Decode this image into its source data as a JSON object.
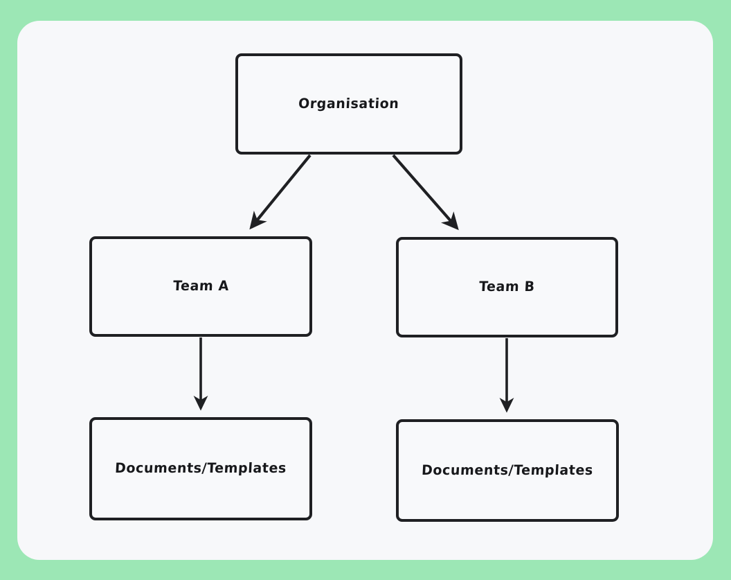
{
  "diagram": {
    "type": "org-hierarchy-flowchart",
    "background_color": "#9ce7b5",
    "canvas_color": "#f7f8fa",
    "node_border_color": "#1f2023",
    "node_fill_color": "#f8f9fb",
    "text_color": "#17181b",
    "nodes": [
      {
        "id": "organisation",
        "label": "Organisation"
      },
      {
        "id": "team_a",
        "label": "Team A"
      },
      {
        "id": "team_b",
        "label": "Team B"
      },
      {
        "id": "docs_a",
        "label": "Documents/Templates"
      },
      {
        "id": "docs_b",
        "label": "Documents/Templates"
      }
    ],
    "edges": [
      {
        "from": "organisation",
        "to": "team_a",
        "style": "arrow-diagonal"
      },
      {
        "from": "organisation",
        "to": "team_b",
        "style": "arrow-diagonal"
      },
      {
        "from": "team_a",
        "to": "docs_a",
        "style": "arrow-vertical"
      },
      {
        "from": "team_b",
        "to": "docs_b",
        "style": "arrow-vertical"
      }
    ]
  }
}
